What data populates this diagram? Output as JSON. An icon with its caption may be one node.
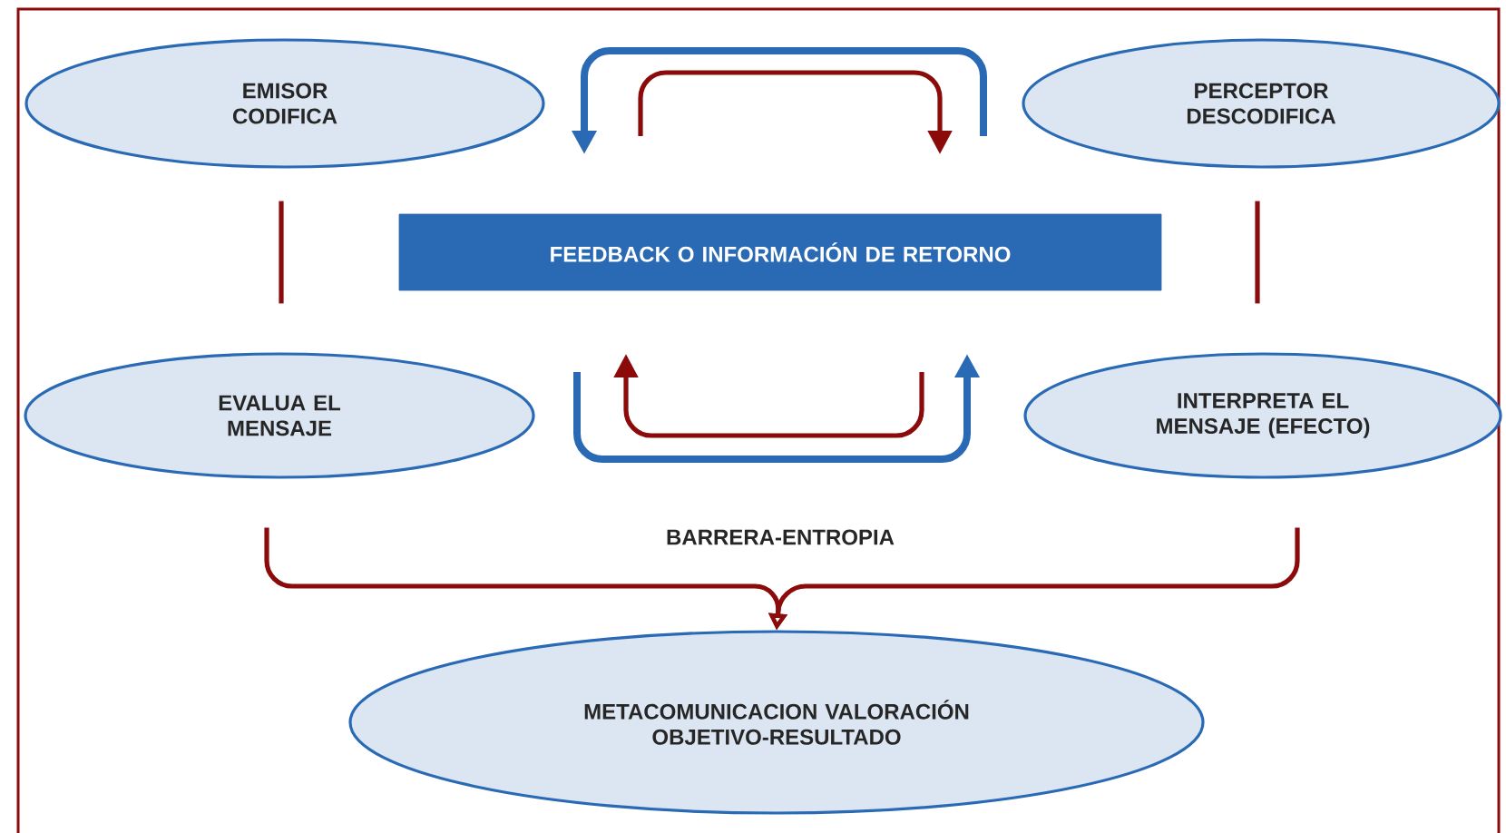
{
  "diagram": {
    "nodes": [
      {
        "text": [
          "EMISOR CODIFICA"
        ]
      },
      {
        "text": [
          "PERCEPTOR DESCODIFICA"
        ]
      },
      {
        "text": [
          "FEEDBACK O INFORMACIÓN DE RETORNO"
        ]
      },
      {
        "text": [
          "EVALUA EL MENSAJE"
        ]
      },
      {
        "text": [
          "INTERPRETA EL MENSAJE (EFECTO)"
        ]
      },
      {
        "text": [
          "METACOMUNICACION VALORACIÓN OBJETIVO-RESULTADO"
        ]
      }
    ],
    "edges": [
      {
        "from": 0,
        "to": 3,
        "arrow": "none"
      },
      {
        "from": 1,
        "to": 4,
        "arrow": "none"
      },
      {
        "from": 3,
        "to": 5,
        "arrow": "to"
      },
      {
        "from": 4,
        "to": 5,
        "arrow": "to"
      }
    ],
    "labels": [
      "BARRERA-ENTROPIA"
    ]
  }
}
